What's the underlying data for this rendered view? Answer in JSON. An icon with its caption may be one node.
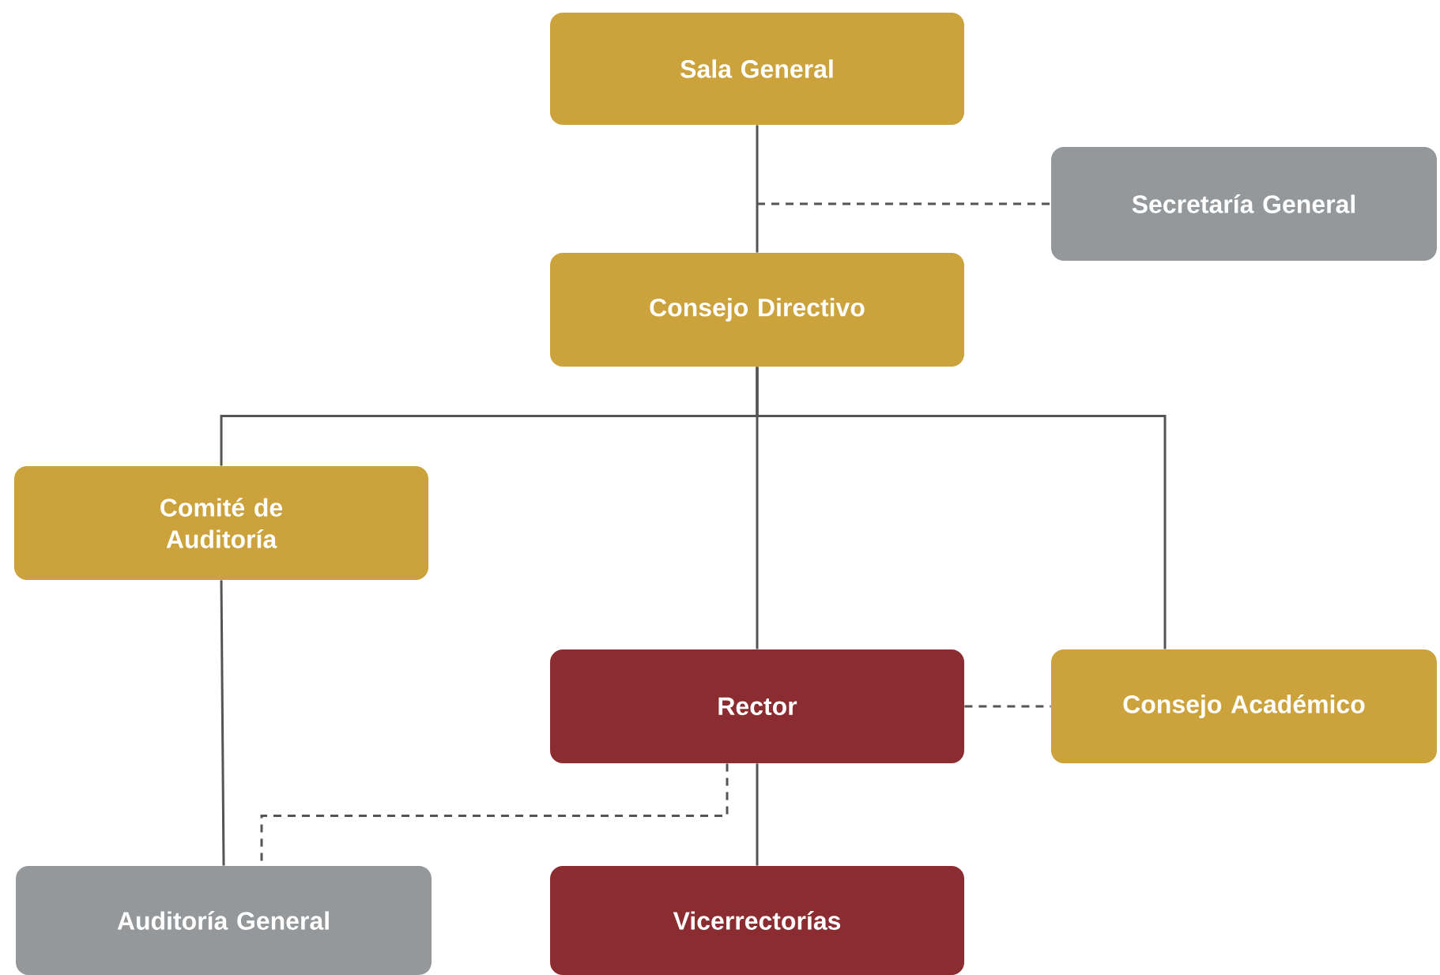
{
  "diagram": {
    "nodes": [
      {
        "text": [
          "Sala General"
        ]
      },
      {
        "text": [
          "Secretaría General"
        ]
      },
      {
        "text": [
          "Consejo Directivo"
        ]
      },
      {
        "text": [
          "Comité de Auditoría"
        ]
      },
      {
        "text": [
          "Rector"
        ]
      },
      {
        "text": [
          "Consejo Académico"
        ]
      },
      {
        "text": [
          "Auditoría General"
        ]
      },
      {
        "text": [
          "Vicerrectorías"
        ]
      }
    ],
    "edges": [
      {
        "from": 0,
        "to": 2,
        "arrow": "none"
      },
      {
        "from": null,
        "to": 1,
        "arrow": "none",
        "style": "dashed"
      },
      {
        "from": 2,
        "to": 3,
        "arrow": "none"
      },
      {
        "from": 2,
        "to": 4,
        "arrow": "none"
      },
      {
        "from": 2,
        "to": 5,
        "arrow": "none"
      },
      {
        "from": 4,
        "to": 5,
        "arrow": "none",
        "style": "dashed"
      },
      {
        "from": 3,
        "to": 6,
        "arrow": "none"
      },
      {
        "from": 4,
        "to": 6,
        "arrow": "none",
        "style": "dashed"
      },
      {
        "from": 4,
        "to": 7,
        "arrow": "none"
      }
    ]
  }
}
